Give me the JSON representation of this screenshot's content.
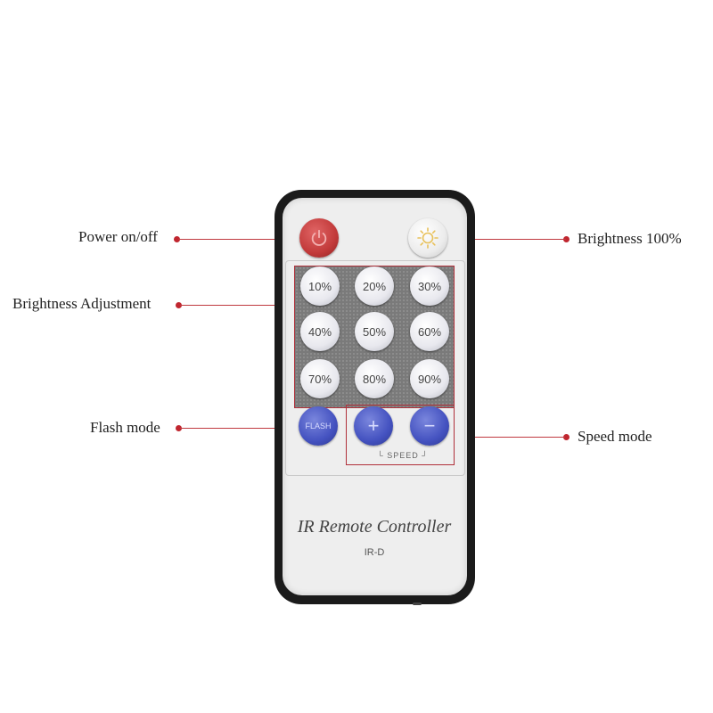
{
  "callouts": {
    "power": "Power on/off",
    "brightness_full": "Brightness  100%",
    "brightness_adjust": "Brightness Adjustment",
    "flash": "Flash mode",
    "speed": "Speed mode"
  },
  "buttons": {
    "levels": [
      "10%",
      "20%",
      "30%",
      "40%",
      "50%",
      "60%",
      "70%",
      "80%",
      "90%"
    ],
    "flash": "FLASH",
    "plus": "+",
    "minus": "−"
  },
  "speed_caption": "└ SPEED ┘",
  "remote": {
    "title": "IR Remote Controller",
    "model": "IR-D"
  },
  "colors": {
    "callout_line": "#c0393f",
    "power_button": "#c23a3a",
    "blue_button": "#4452c0"
  }
}
